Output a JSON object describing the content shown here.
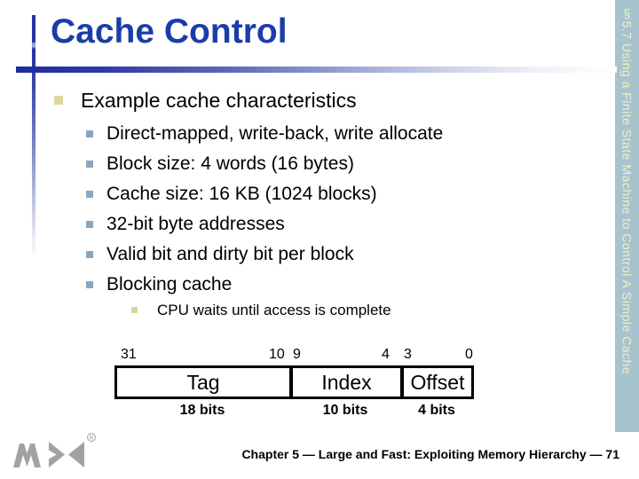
{
  "sidebar": {
    "text": "§5.7 Using a Finite State Machine to Control A Simple Cache"
  },
  "title": {
    "text": "Cache Control"
  },
  "bullets": {
    "level1": "Example cache characteristics",
    "level2": [
      "Direct-mapped, write-back, write allocate",
      "Block size: 4 words (16 bytes)",
      "Cache size: 16 KB (1024 blocks)",
      "32-bit byte addresses",
      "Valid bit and dirty bit per block",
      "Blocking cache"
    ],
    "level3": "CPU waits until access is complete"
  },
  "diagram": {
    "bit_labels": [
      "31",
      "10",
      "9",
      "4",
      "3",
      "0"
    ],
    "fields": [
      {
        "name": "Tag",
        "bits": "18 bits"
      },
      {
        "name": "Index",
        "bits": "10 bits"
      },
      {
        "name": "Offset",
        "bits": "4 bits"
      }
    ]
  },
  "footer": {
    "text": "Chapter 5 — Large and Fast: Exploiting Memory Hierarchy — 71"
  },
  "logo": {
    "registered": "R"
  },
  "colors": {
    "title_blue": "#1b3da8",
    "rule_navy": "#1e2c9c",
    "sidebar_bg": "#a7c4ce",
    "sidebar_text": "#edf0c6",
    "bullet_level1": "#ddd79e",
    "bullet_level2": "#8aa6bf",
    "bullet_level3": "#d9d49a",
    "logo_gray": "#a2a2a2"
  }
}
